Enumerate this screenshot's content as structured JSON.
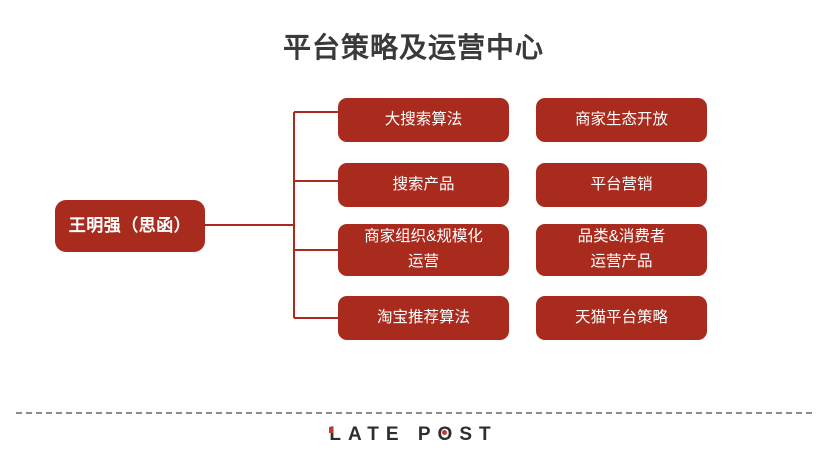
{
  "slide": {
    "title": "平台策略及运营中心",
    "background_color": "#ffffff",
    "accent_color": "#a82b1e",
    "title_color": "#3a3a3c"
  },
  "org_chart": {
    "root": {
      "label": "王明强（思函）"
    },
    "connector_color": "#a82b1e",
    "columns": [
      {
        "name": "column-a",
        "nodes": [
          {
            "label": "大搜索算法",
            "lines": 1
          },
          {
            "label": "搜索产品",
            "lines": 1
          },
          {
            "label": "商家组织&规模化\n运营",
            "lines": 2
          },
          {
            "label": "淘宝推荐算法",
            "lines": 1
          }
        ]
      },
      {
        "name": "column-b",
        "nodes": [
          {
            "label": "商家生态开放",
            "lines": 1
          },
          {
            "label": "平台营销",
            "lines": 1
          },
          {
            "label": "品类&消费者\n运营产品",
            "lines": 2
          },
          {
            "label": "天猫平台策略",
            "lines": 1
          }
        ]
      }
    ]
  },
  "footer": {
    "logo_l": "L",
    "logo_ate": "ATE",
    "logo_space": " ",
    "logo_p": "P",
    "logo_o": "O",
    "logo_st": "ST",
    "divider_color": "#8b8b90",
    "logo_accent_color": "#c0392b"
  }
}
